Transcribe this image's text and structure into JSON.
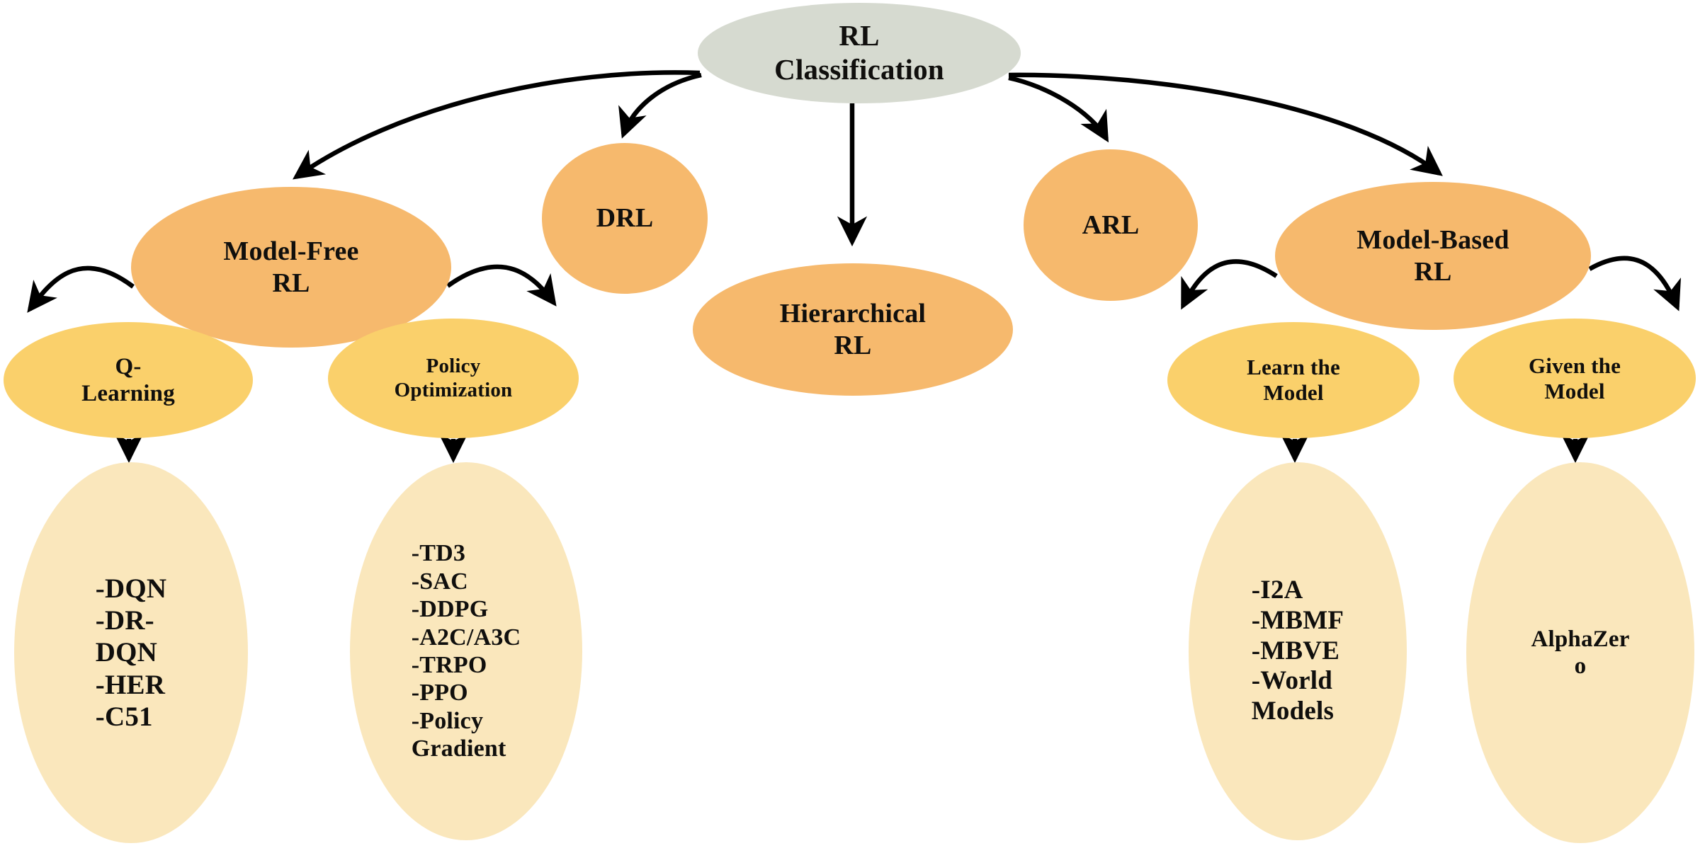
{
  "diagram": {
    "title": "RL Classification",
    "type": "tree",
    "colors": {
      "root_fill": "#d6dad0",
      "level1_fill": "#f6b96d",
      "level2_fill": "#fad06b",
      "leaf_fill": "#fae7bc",
      "edge_stroke": "#000000",
      "text": "#100f0d",
      "background": "#ffffff"
    }
  },
  "nodes": {
    "root": {
      "label": "RL\nClassification"
    },
    "model_free": {
      "label": "Model-Free\nRL"
    },
    "drl": {
      "label": "DRL"
    },
    "hierarchical": {
      "label": "Hierarchical\nRL"
    },
    "arl": {
      "label": "ARL"
    },
    "model_based": {
      "label": "Model-Based\nRL"
    },
    "q_learning": {
      "label": "Q-\nLearning"
    },
    "policy_optimization": {
      "label": "Policy\nOptimization"
    },
    "learn_model": {
      "label": "Learn the\nModel"
    },
    "given_model": {
      "label": "Given the\nModel"
    },
    "q_learning_methods": {
      "label": "-DQN\n-DR-\nDQN\n-HER\n-C51"
    },
    "policy_methods": {
      "label": "-TD3\n-SAC\n-DDPG\n-A2C/A3C\n-TRPO\n-PPO\n-Policy\nGradient"
    },
    "learn_model_methods": {
      "label": "-I2A\n-MBMF\n-MBVE\n-World\nModels"
    },
    "given_model_methods": {
      "label": "AlphaZer\no"
    }
  },
  "edges": [
    {
      "from": "root",
      "to": "model_free"
    },
    {
      "from": "root",
      "to": "drl"
    },
    {
      "from": "root",
      "to": "hierarchical"
    },
    {
      "from": "root",
      "to": "arl"
    },
    {
      "from": "root",
      "to": "model_based"
    },
    {
      "from": "model_free",
      "to": "q_learning"
    },
    {
      "from": "model_free",
      "to": "policy_optimization"
    },
    {
      "from": "q_learning",
      "to": "q_learning_methods"
    },
    {
      "from": "policy_optimization",
      "to": "policy_methods"
    },
    {
      "from": "model_based",
      "to": "learn_model"
    },
    {
      "from": "model_based",
      "to": "given_model"
    },
    {
      "from": "learn_model",
      "to": "learn_model_methods"
    },
    {
      "from": "given_model",
      "to": "given_model_methods"
    }
  ]
}
